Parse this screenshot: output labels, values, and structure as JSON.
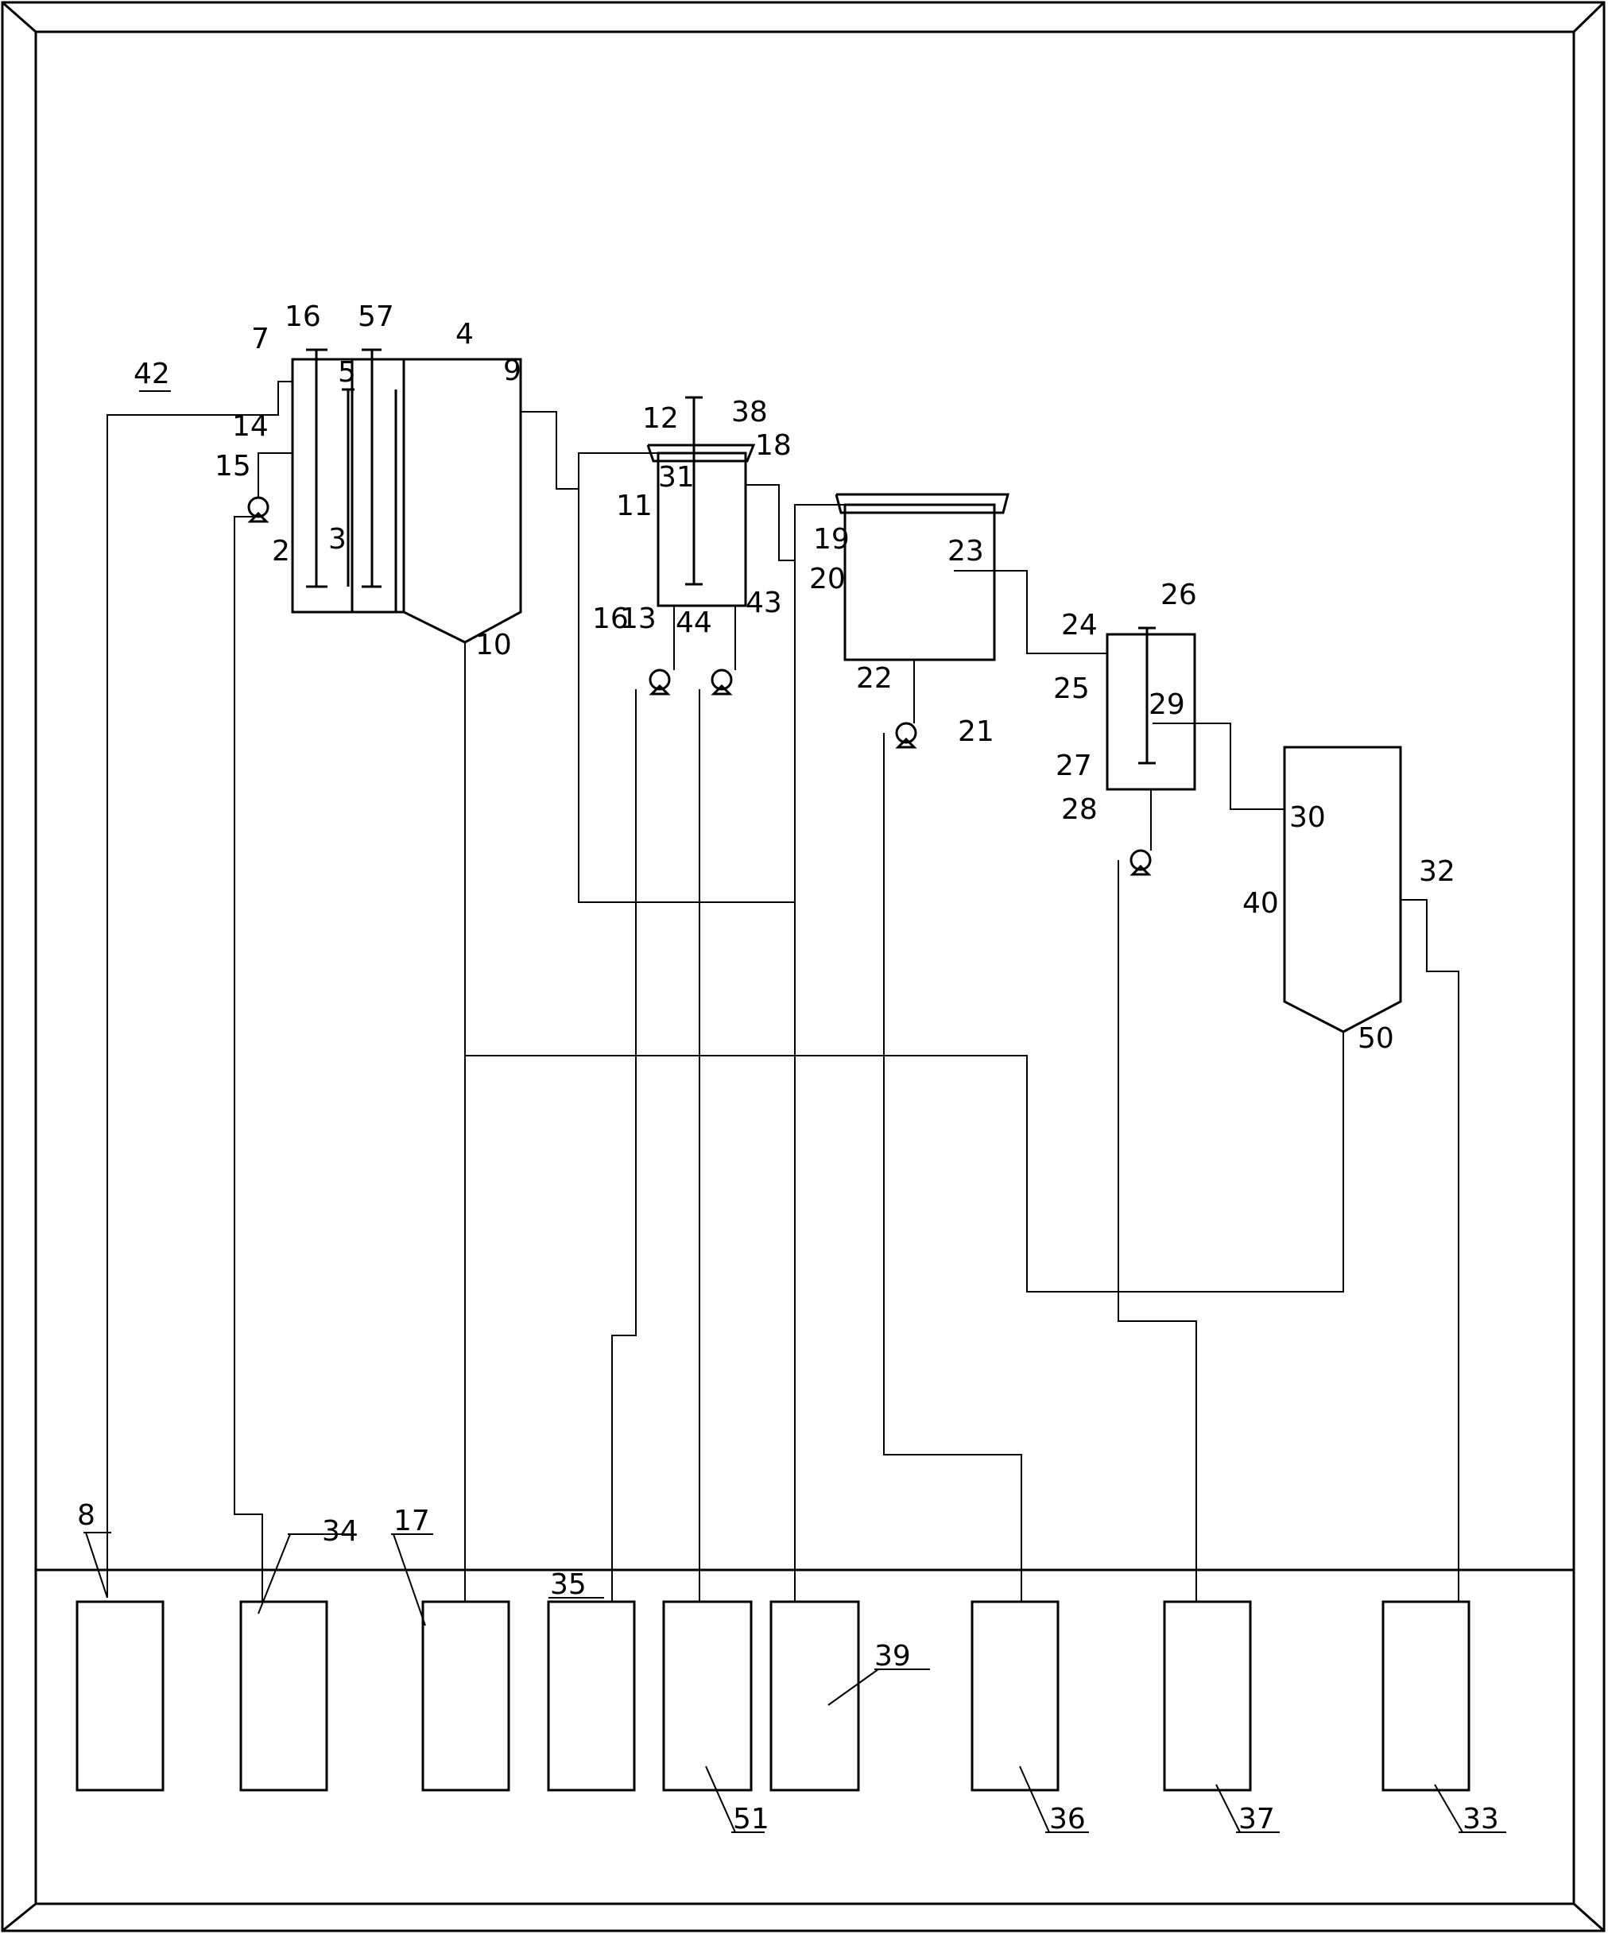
{
  "diagram": {
    "labels": {
      "l2": "2",
      "l3": "3",
      "l4": "4",
      "l5": "5",
      "l7": "7",
      "l8": "8",
      "l9": "9",
      "l10": "10",
      "l11": "11",
      "l12": "12",
      "l13": "13",
      "l14": "14",
      "l15": "15",
      "l16a": "16",
      "l16b": "16",
      "l17": "17",
      "l18": "18",
      "l19": "19",
      "l20": "20",
      "l21": "21",
      "l22": "22",
      "l23": "23",
      "l24": "24",
      "l25": "25",
      "l26": "26",
      "l27": "27",
      "l28": "28",
      "l29": "29",
      "l30": "30",
      "l31": "31",
      "l32": "32",
      "l33": "33",
      "l34": "34",
      "l35": "35",
      "l36": "36",
      "l37": "37",
      "l38": "38",
      "l39": "39",
      "l40": "40",
      "l42": "42",
      "l43": "43",
      "l44": "44",
      "l50": "50",
      "l51": "51",
      "l57": "57"
    }
  }
}
